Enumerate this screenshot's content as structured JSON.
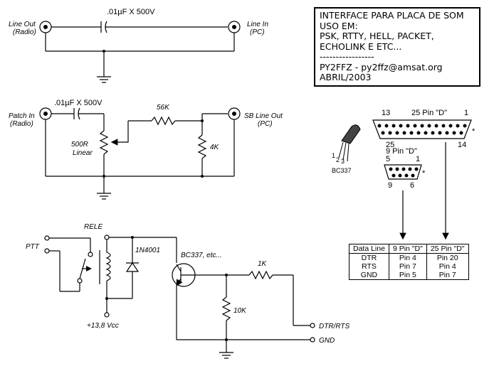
{
  "section1": {
    "line_out": [
      "Line Out",
      "(Radio)"
    ],
    "line_in": [
      "Line In",
      "(PC)"
    ],
    "capacitor": ".01µF X 500V"
  },
  "section2": {
    "patch_in": [
      "Patch In",
      "(Radio)"
    ],
    "capacitor": ".01µF X 500V",
    "r56k": "56K",
    "pot": [
      "500R",
      "Linear"
    ],
    "r4k": "4K",
    "sb_line_out": [
      "SB Line Out",
      "(PC)"
    ]
  },
  "section3": {
    "ptt": "PTT",
    "rele": "RELE",
    "diode": "1N4001",
    "transistor": "BC337, etc...",
    "r1k": "1K",
    "r10k": "10K",
    "vcc": "+13,8 Vcc",
    "dtr_rts": "DTR/RTS",
    "gnd": "GND"
  },
  "title_box": {
    "lines": [
      "INTERFACE PARA PLACA DE SOM",
      "USO EM:",
      "PSK, RTTY, HELL, PACKET,",
      "ECHOLINK E ETC...",
      "-----------------",
      "PY2FFZ -    py2ffz@amsat.org",
      "ABRIL/2003"
    ]
  },
  "connectors": {
    "db25": {
      "title": "25 Pin \"D\"",
      "pin13": "13",
      "pin1": "1",
      "pin25": "25",
      "pin14": "14",
      "star": "*"
    },
    "db9": {
      "title": "9 Pin \"D\"",
      "pin5": "5",
      "pin1": "1",
      "pin9": "9",
      "pin6": "6",
      "star": "*"
    },
    "bc337": {
      "label": "BC337",
      "pins": [
        "1",
        "2",
        "3"
      ]
    }
  },
  "pin_table": {
    "headers": [
      "Data Line",
      "9 Pin \"D\"",
      "25 Pin \"D\""
    ],
    "rows": [
      [
        "DTR",
        "Pin 4",
        "Pin 20"
      ],
      [
        "RTS",
        "Pin 7",
        "Pin 4"
      ],
      [
        "GND",
        "Pin 5",
        "Pin 7"
      ]
    ]
  }
}
